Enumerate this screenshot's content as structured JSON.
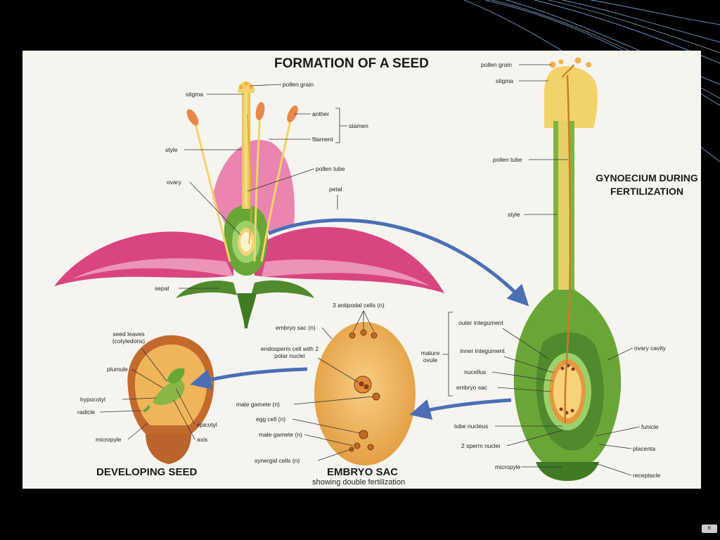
{
  "titles": {
    "main": "FORMATION OF A SEED",
    "gynoecium": "GYNOECIUM DURING FERTILIZATION",
    "developing_seed": "DEVELOPING SEED",
    "embryo_sac": "EMBRYO SAC",
    "embryo_sac_sub": "showing double fertilization"
  },
  "flower_labels": {
    "stigma": "stigma",
    "pollen_grain": "pollen grain",
    "anther": "anther",
    "filament": "filament",
    "stamen": "stamen",
    "style": "style",
    "ovary": "ovary",
    "pollen_tube": "pollen tube",
    "petal": "petal",
    "sepal": "sepal"
  },
  "gynoecium_labels": {
    "pollen_grain": "pollen grain",
    "stigma": "stigma",
    "pollen_tube": "pollen tube",
    "style": "style",
    "outer_integument": "outer integument",
    "inner_integument": "inner integument",
    "nucellus": "nucellus",
    "embryo_sac": "embryo sac",
    "mature_ovule": "mature ovule",
    "ovary_cavity": "ovary cavity",
    "tube_nucleus": "tube nucleus",
    "funicle": "funicle",
    "sperm_nuclei": "2 sperm nuclei",
    "placenta": "placenta",
    "micropyle": "micropyle",
    "receptacle": "receptacle"
  },
  "sac_labels": {
    "antipodal": "3 antipodal cells (n)",
    "embryo_sac": "embryo sac (n)",
    "endosperm": "endosperm cell with 2 polar nuclei",
    "male_gamete_1": "male gamete (n)",
    "egg_cell": "egg cell (n)",
    "male_gamete_2": "male gamete (n)",
    "synergid": "synergid cells (n)"
  },
  "seed_labels": {
    "seed_leaves": "seed leaves (cotyledons)",
    "plumule": "plumule",
    "hypocotyl": "hypocotyl",
    "radicle": "radicle",
    "micropyle": "micropyle",
    "epicotyl": "epicotyl",
    "axis": "axis"
  },
  "corner_badge": "B",
  "colors": {
    "slide_bg": "#f6f4ef",
    "petal": "#e0508a",
    "green": "#6aa637",
    "yellow": "#f2d36a",
    "sac": "#f0b45a",
    "arrow": "#4a6fb5"
  }
}
